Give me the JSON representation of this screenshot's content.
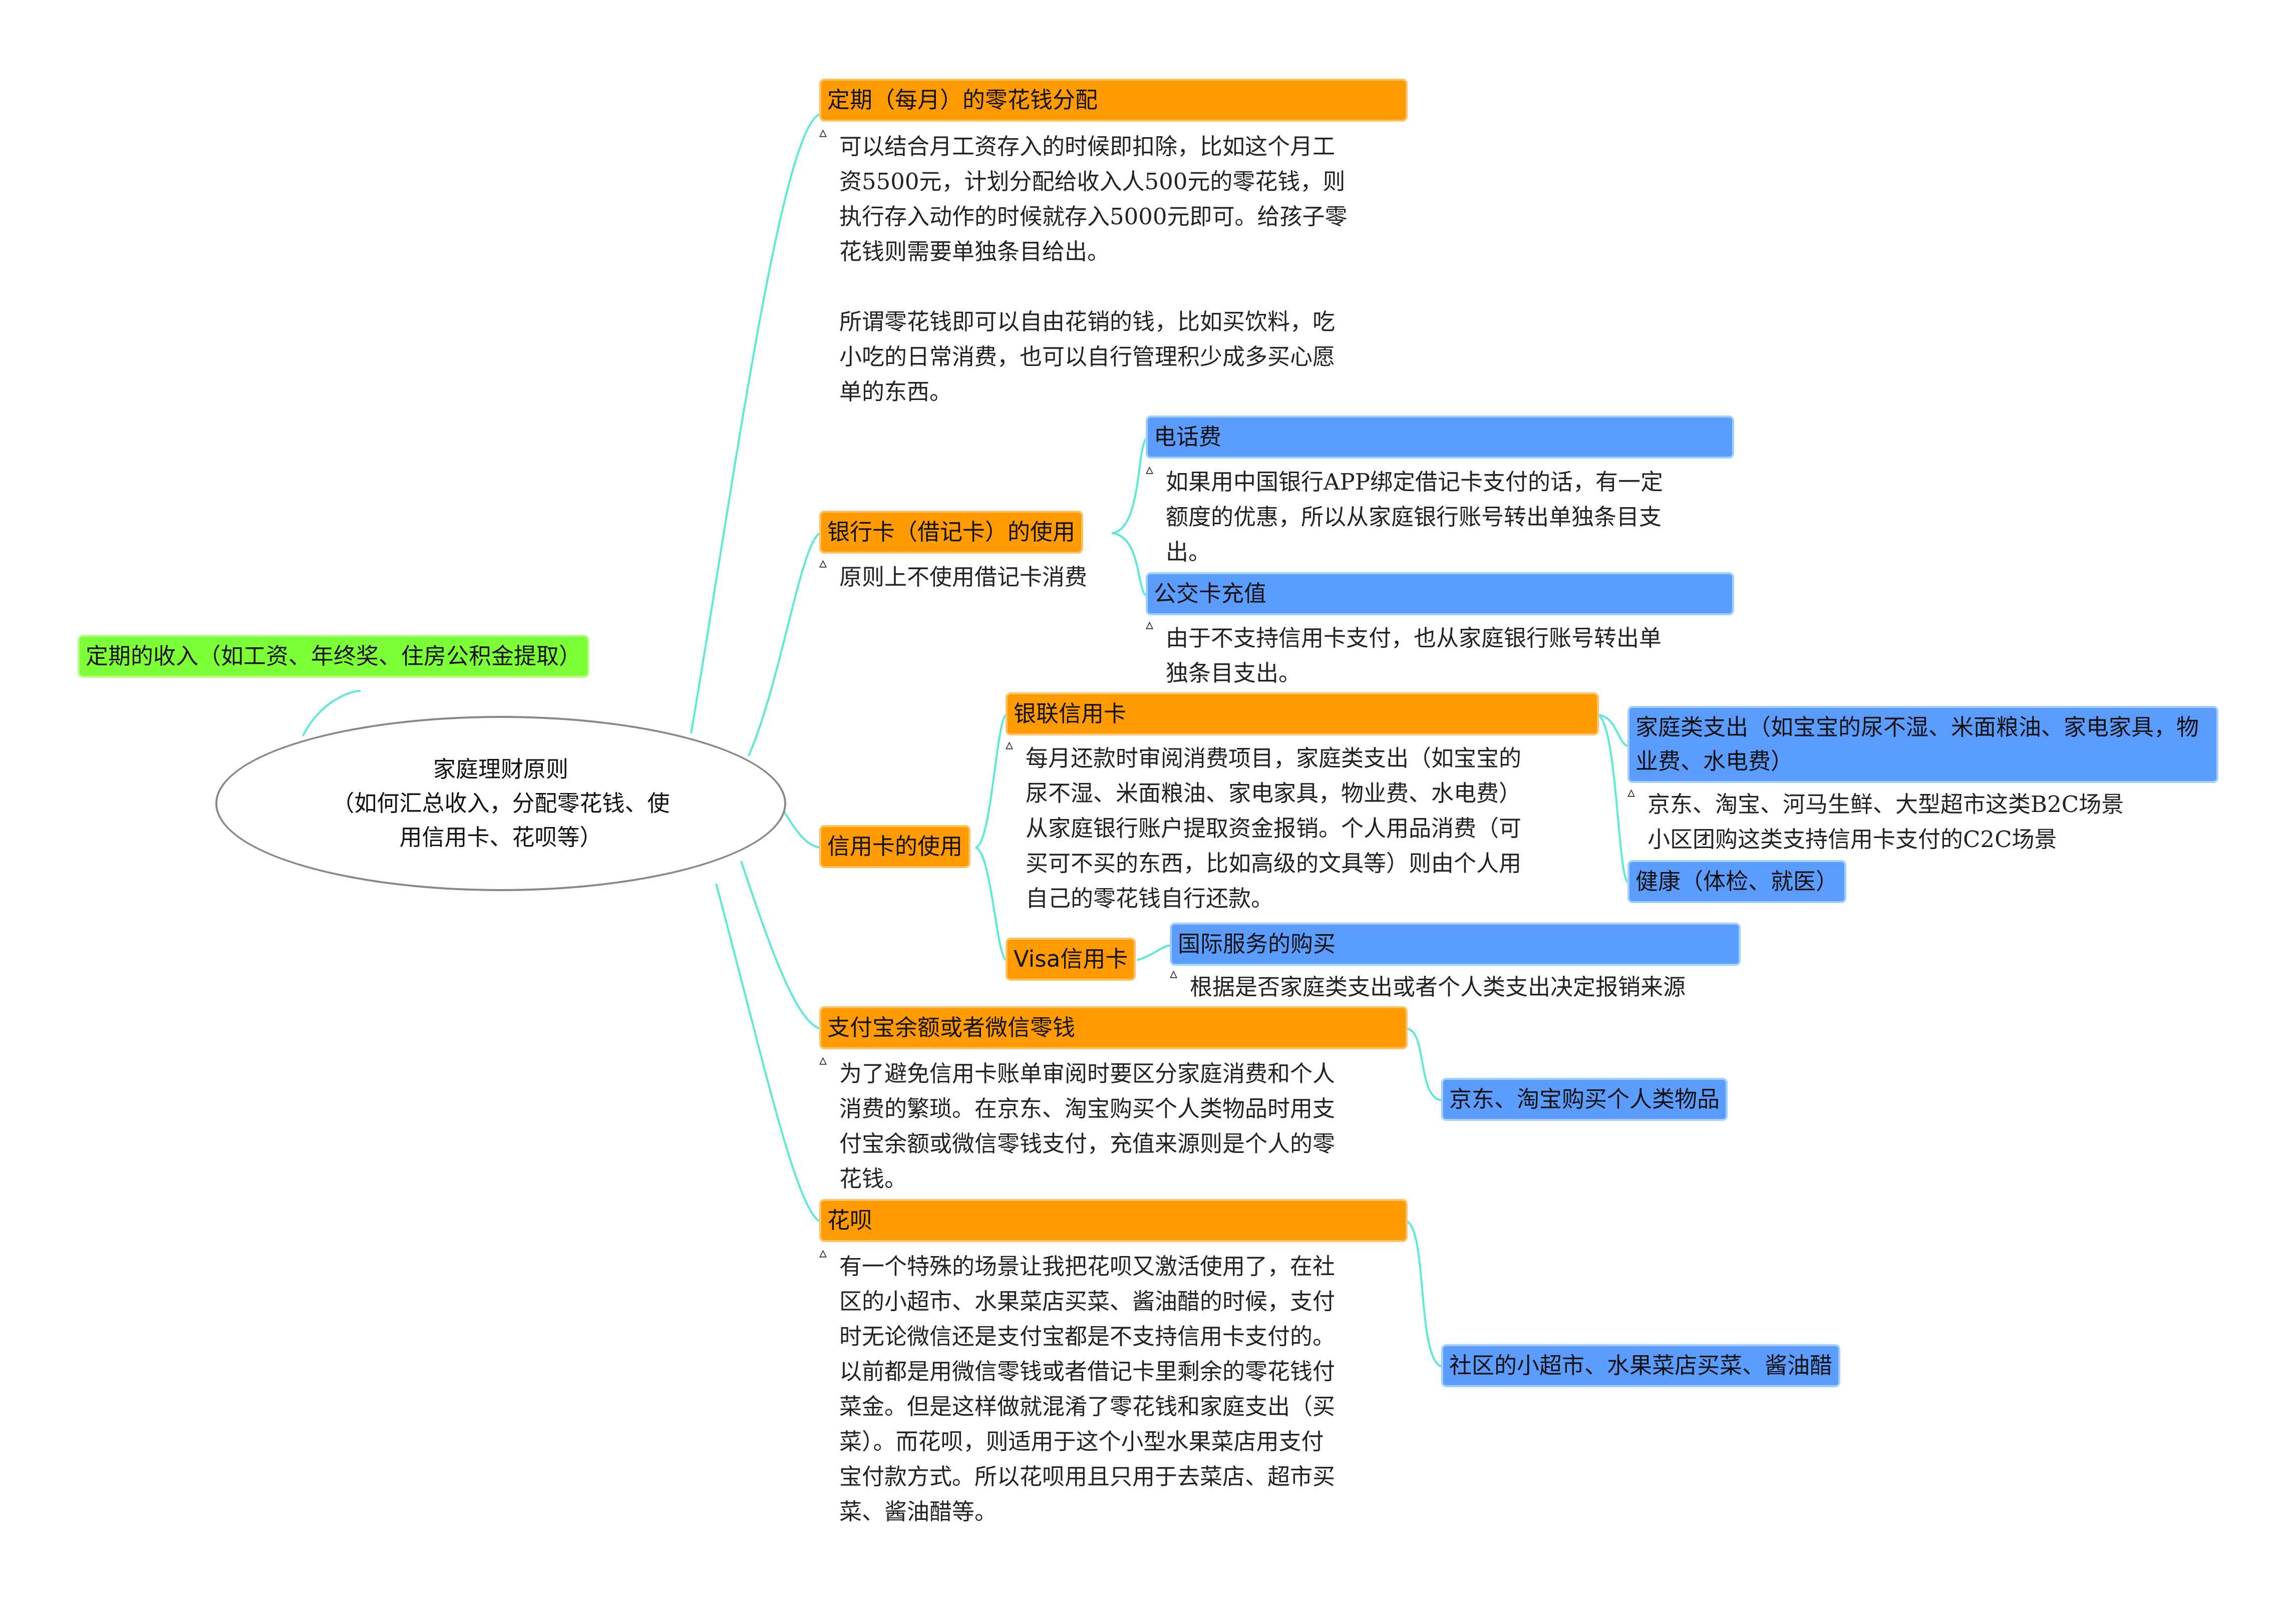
{
  "root": {
    "title": "家庭理财原则",
    "subtitle_line1": "（如何汇总收入，分配零花钱、使",
    "subtitle_line2": "用信用卡、花呗等）"
  },
  "left": {
    "income": "定期的收入（如工资、年终奖、住房公积金提取）"
  },
  "branches": {
    "allowance": {
      "label": "定期（每月）的零花钱分配",
      "note": "可以结合月工资存入的时候即扣除，比如这个月工\n资5500元，计划分配给收入人500元的零花钱，则\n执行存入动作的时候就存入5000元即可。给孩子零\n花钱则需要单独条目给出。\n\n所谓零花钱即可以自由花销的钱，比如买饮料，吃\n小吃的日常消费，也可以自行管理积少成多买心愿\n单的东西。"
    },
    "debit": {
      "label": "银行卡（借记卡）的使用",
      "note": "原则上不使用借记卡消费",
      "phone": {
        "label": "电话费",
        "note": "如果用中国银行APP绑定借记卡支付的话，有一定\n额度的优惠，所以从家庭银行账号转出单独条目支\n出。"
      },
      "bus": {
        "label": "公交卡充值",
        "note": "由于不支持信用卡支付，也从家庭银行账号转出单\n独条目支出。"
      }
    },
    "credit": {
      "label": "信用卡的使用",
      "unionpay": {
        "label": "银联信用卡",
        "note": "每月还款时审阅消费项目，家庭类支出（如宝宝的\n尿不湿、米面粮油、家电家具，物业费、水电费）\n从家庭银行账户提取资金报销。个人用品消费（可\n买可不买的东西，比如高级的文具等）则由个人用\n自己的零花钱自行还款。",
        "family": {
          "label": "家庭类支出（如宝宝的尿不湿、米面粮油、家电家具，物业费、水电费）",
          "note": "京东、淘宝、河马生鲜、大型超市这类B2C场景\n小区团购这类支持信用卡支付的C2C场景"
        },
        "health": {
          "label": "健康（体检、就医）"
        }
      },
      "visa": {
        "label": "Visa信用卡",
        "intl": {
          "label": "国际服务的购买",
          "note": "根据是否家庭类支出或者个人类支出决定报销来源"
        }
      }
    },
    "alipay": {
      "label": "支付宝余额或者微信零钱",
      "note": "为了避免信用卡账单审阅时要区分家庭消费和个人\n消费的繁琐。在京东、淘宝购买个人类物品时用支\n付宝余额或微信零钱支付，充值来源则是个人的零\n花钱。",
      "jd": {
        "label": "京东、淘宝购买个人类物品"
      }
    },
    "huabei": {
      "label": "花呗",
      "note": "有一个特殊的场景让我把花呗又激活使用了，在社\n区的小超市、水果菜店买菜、酱油醋的时候，支付\n时无论微信还是支付宝都是不支持信用卡支付的。\n以前都是用微信零钱或者借记卡里剩余的零花钱付\n菜金。但是这样做就混淆了零花钱和家庭支出（买\n菜）。而花呗，则适用于这个小型水果菜店用支付\n宝付款方式。所以花呗用且只用于去菜店、超市买\n菜、酱油醋等。",
      "shop": {
        "label": "社区的小超市、水果菜店买菜、酱油醋"
      }
    }
  },
  "icons": {
    "note": "note-icon"
  },
  "colors": {
    "branch": "#ff9a00",
    "leaf": "#5b9cff",
    "income": "#7dff38",
    "link": "#5ee8d6"
  }
}
